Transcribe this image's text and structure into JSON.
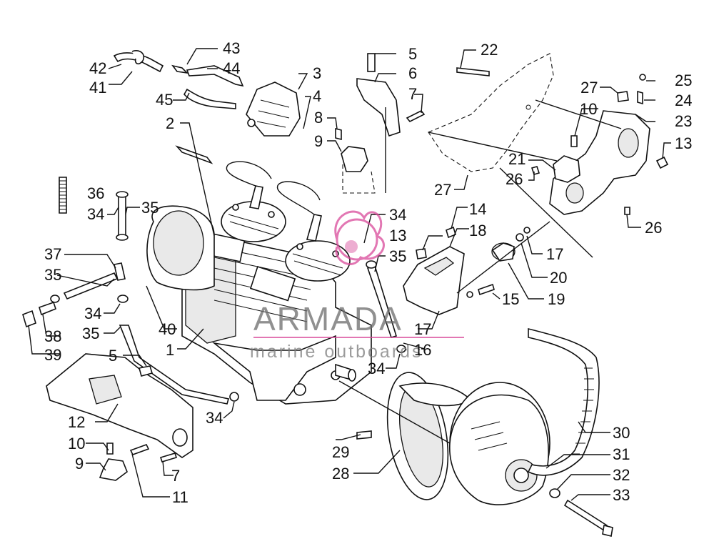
{
  "diagram": {
    "labels": [
      "1",
      "2",
      "3",
      "4",
      "5",
      "6",
      "7",
      "8",
      "9",
      "10",
      "11",
      "12",
      "13",
      "14",
      "15",
      "16",
      "17",
      "18",
      "19",
      "20",
      "21",
      "22",
      "23",
      "24",
      "25",
      "26",
      "27",
      "28",
      "29",
      "30",
      "31",
      "32",
      "33",
      "34",
      "35",
      "36",
      "37",
      "38",
      "39",
      "40",
      "41",
      "42",
      "43",
      "44",
      "45"
    ]
  },
  "watermark": {
    "brand": "ARMADA",
    "tagline": "marine outboards",
    "logo_color": "#d94a9a"
  }
}
